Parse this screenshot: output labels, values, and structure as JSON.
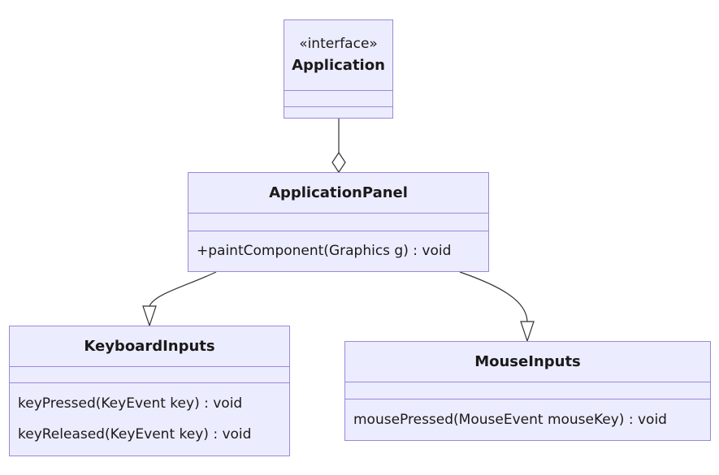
{
  "classes": {
    "application": {
      "stereotype": "«interface»",
      "name": "Application",
      "methods": []
    },
    "application_panel": {
      "name": "ApplicationPanel",
      "methods": [
        "+paintComponent(Graphics g) : void"
      ]
    },
    "keyboard_inputs": {
      "name": "KeyboardInputs",
      "methods": [
        "keyPressed(KeyEvent key) : void",
        "keyReleased(KeyEvent key) : void"
      ]
    },
    "mouse_inputs": {
      "name": "MouseInputs",
      "methods": [
        "mousePressed(MouseEvent mouseKey) : void"
      ]
    }
  },
  "relations": [
    {
      "from": "Application",
      "to": "ApplicationPanel",
      "type": "aggregation"
    },
    {
      "from": "ApplicationPanel",
      "to": "KeyboardInputs",
      "type": "inheritance"
    },
    {
      "from": "ApplicationPanel",
      "to": "MouseInputs",
      "type": "inheritance"
    }
  ],
  "colors": {
    "box_fill": "#ececff",
    "box_border": "#9b88d8",
    "line": "#333333"
  }
}
